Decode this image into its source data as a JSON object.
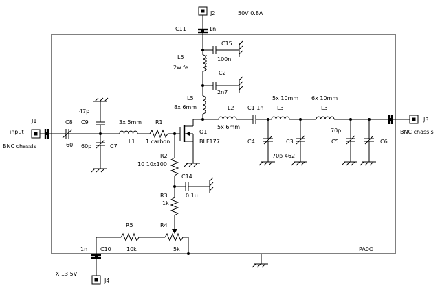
{
  "labels": {
    "j2": "J2",
    "supply": "50V 0.8A",
    "c11": "C11",
    "c11_val": "1n",
    "c15": "C15",
    "c15_val": "100n",
    "l5a": "L5",
    "l5a_val": "2w fe",
    "c2": "C2",
    "c2_val": "2n7",
    "l5b": "L5",
    "l5b_val": "8x 6mm",
    "l2": "L2",
    "l2_val": "5x 6mm",
    "c1": "C1 1n",
    "l3a": "L3",
    "l3a_val": "5x 10mm",
    "l3b": "L3",
    "l3b_val": "6x 10mm",
    "c47": "47p",
    "j1": "J1",
    "input": "input",
    "bnc1": "BNC chassis",
    "c8": "C8",
    "c9": "C9",
    "c60": "60",
    "c60p": "60p",
    "c7": "C7",
    "l1_val": "3x 5mm",
    "l1": "L1",
    "r1": "R1",
    "r1_val": "1 carbon",
    "q1": "Q1",
    "q1_val": "BLF177",
    "c4": "C4",
    "c3": "C3",
    "c70p462": "70p 462",
    "c70p": "70p",
    "c5": "C5",
    "c6": "C6",
    "j3": "J3",
    "bnc3": "BNC chassis",
    "r2": "R2",
    "r2_val": "10 10x100",
    "c14": "C14",
    "c14_val": "0.1u",
    "r3": "R3",
    "r3_val": "1k",
    "r4": "R4",
    "r5": "R5",
    "r5_val": "10k",
    "r4_val": "5k",
    "c10_val": "1n",
    "c10": "C10",
    "pa0o": "PA0O",
    "tx": "TX 13.5V",
    "j4": "J4"
  }
}
